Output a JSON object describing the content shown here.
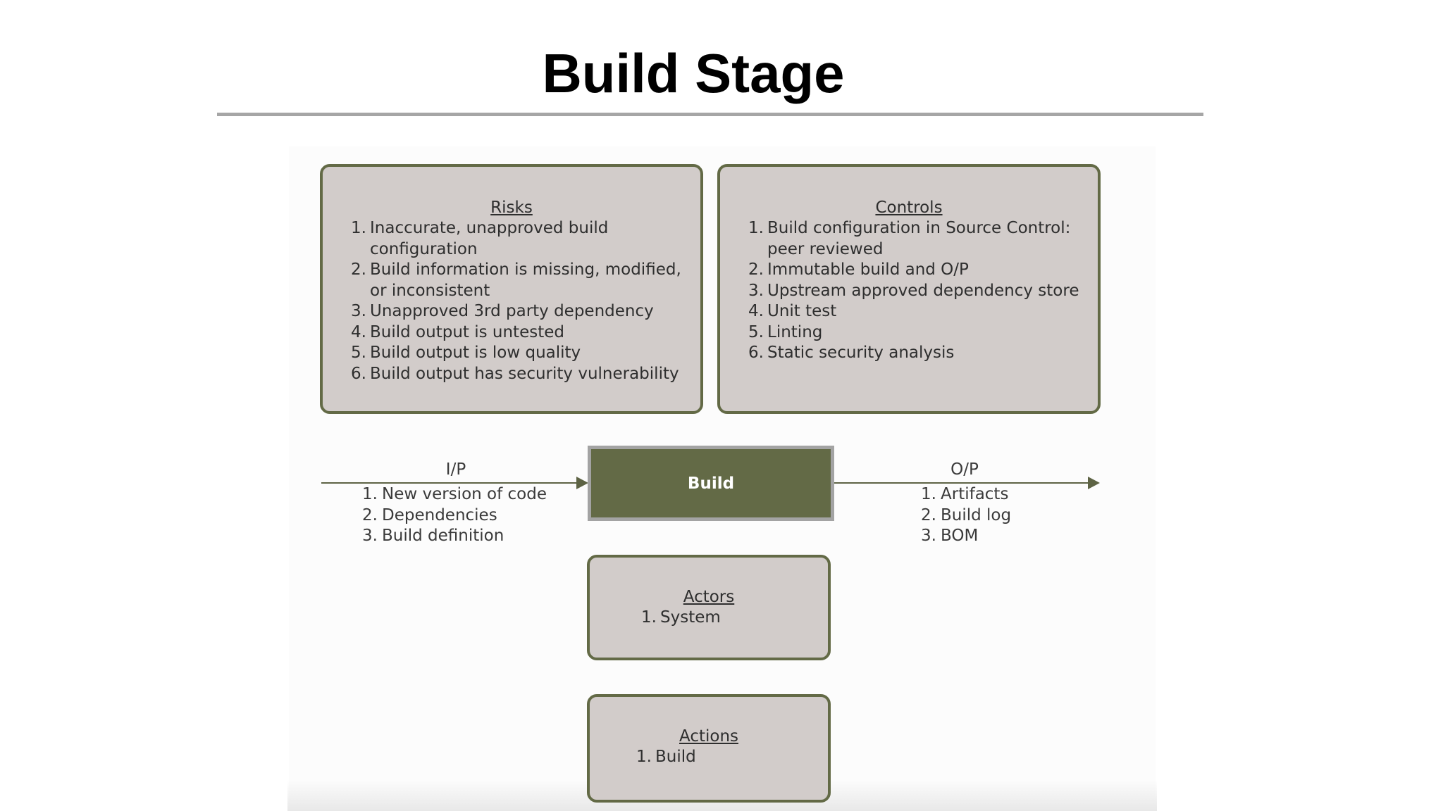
{
  "slide": {
    "title": "Build Stage"
  },
  "risks": {
    "heading": "Risks",
    "items": [
      {
        "num": "1.",
        "text": "Inaccurate, unapproved build configuration"
      },
      {
        "num": "2.",
        "text": "Build information is missing, modified, or inconsistent"
      },
      {
        "num": "3.",
        "text": "Unapproved 3rd party dependency"
      },
      {
        "num": "4.",
        "text": "Build output is untested"
      },
      {
        "num": "5.",
        "text": "Build output is low quality"
      },
      {
        "num": "6.",
        "text": "Build output has security vulnerability"
      }
    ]
  },
  "controls": {
    "heading": "Controls",
    "items": [
      {
        "num": "1.",
        "text": "Build configuration in Source Control: peer reviewed"
      },
      {
        "num": "2.",
        "text": "Immutable build and O/P"
      },
      {
        "num": "3.",
        "text": "Upstream approved dependency store"
      },
      {
        "num": "4.",
        "text": "Unit test"
      },
      {
        "num": "5.",
        "text": "Linting"
      },
      {
        "num": "6.",
        "text": "Static security analysis"
      }
    ]
  },
  "build": {
    "label": "Build"
  },
  "input": {
    "label": "I/P",
    "items": [
      {
        "num": "1.",
        "text": "New version of code"
      },
      {
        "num": "2.",
        "text": "Dependencies"
      },
      {
        "num": "3.",
        "text": "Build definition"
      }
    ]
  },
  "output": {
    "label": "O/P",
    "items": [
      {
        "num": "1.",
        "text": "Artifacts"
      },
      {
        "num": "2.",
        "text": "Build log"
      },
      {
        "num": "3.",
        "text": "BOM"
      }
    ]
  },
  "actors": {
    "heading": "Actors",
    "items": [
      {
        "num": "1.",
        "text": "System"
      }
    ]
  },
  "actions": {
    "heading": "Actions",
    "items": [
      {
        "num": "1.",
        "text": "Build"
      }
    ]
  },
  "colors": {
    "panel_fill": "#d2ccca",
    "panel_border": "#636a46",
    "build_fill": "#636a46",
    "build_border": "#a3a3a3",
    "rule": "#a6a6a6"
  }
}
